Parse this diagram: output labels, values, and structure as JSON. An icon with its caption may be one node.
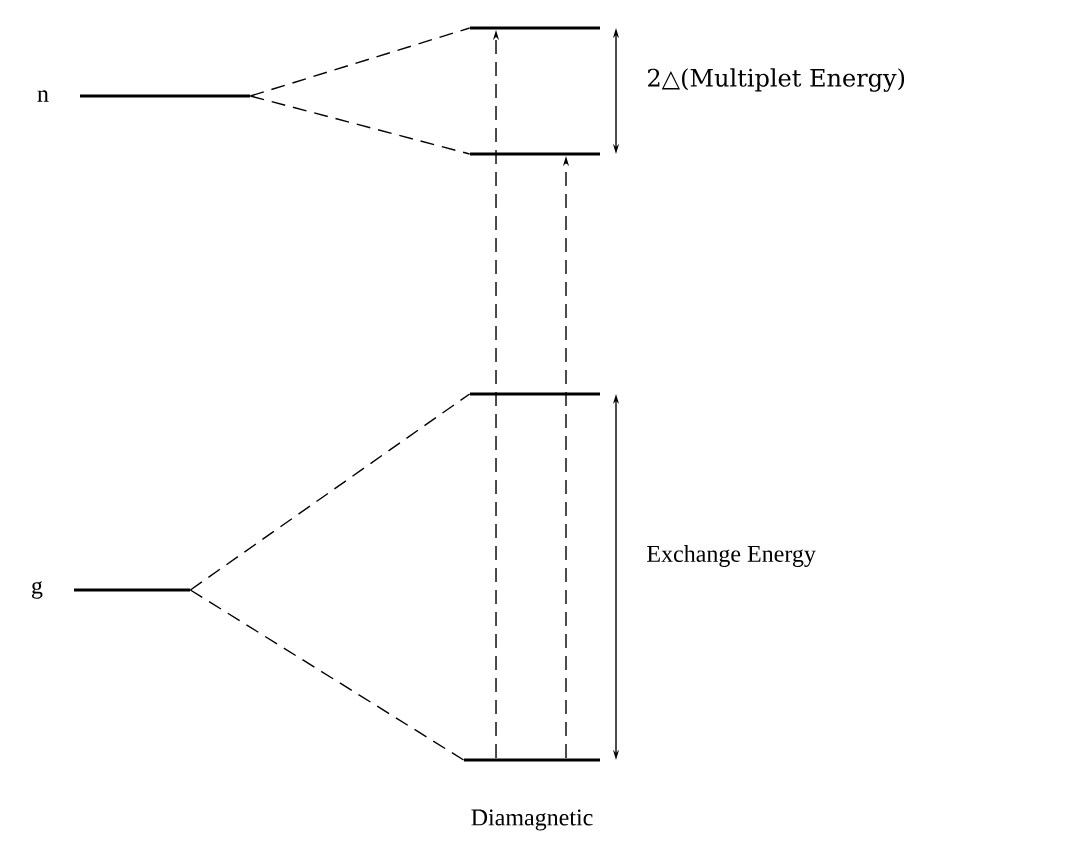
{
  "diagram": {
    "caption": "Diamagnetic",
    "nodes": [
      {
        "text": [],
        "shape": "bar",
        "beside": [
          "n"
        ]
      },
      {
        "text": [],
        "shape": "bar"
      },
      {
        "text": [],
        "shape": "bar"
      },
      {
        "text": [],
        "shape": "bar",
        "beside": [
          "g"
        ]
      },
      {
        "text": [],
        "shape": "bar"
      },
      {
        "text": [],
        "shape": "bar"
      }
    ],
    "edges": [
      {
        "from": 0,
        "to": 1,
        "arrow": "none",
        "style": "dashed"
      },
      {
        "from": 0,
        "to": 2,
        "arrow": "none",
        "style": "dashed"
      },
      {
        "from": 3,
        "to": 4,
        "arrow": "none",
        "style": "dashed"
      },
      {
        "from": 3,
        "to": 5,
        "arrow": "none",
        "style": "dashed"
      },
      {
        "from": 5,
        "to": 1,
        "arrow": "to",
        "style": "dashed"
      },
      {
        "from": 5,
        "to": 2,
        "arrow": "to",
        "style": "dashed"
      }
    ],
    "labels": [
      "2△(Multiplet Energy)",
      "Exchange Energy"
    ]
  }
}
